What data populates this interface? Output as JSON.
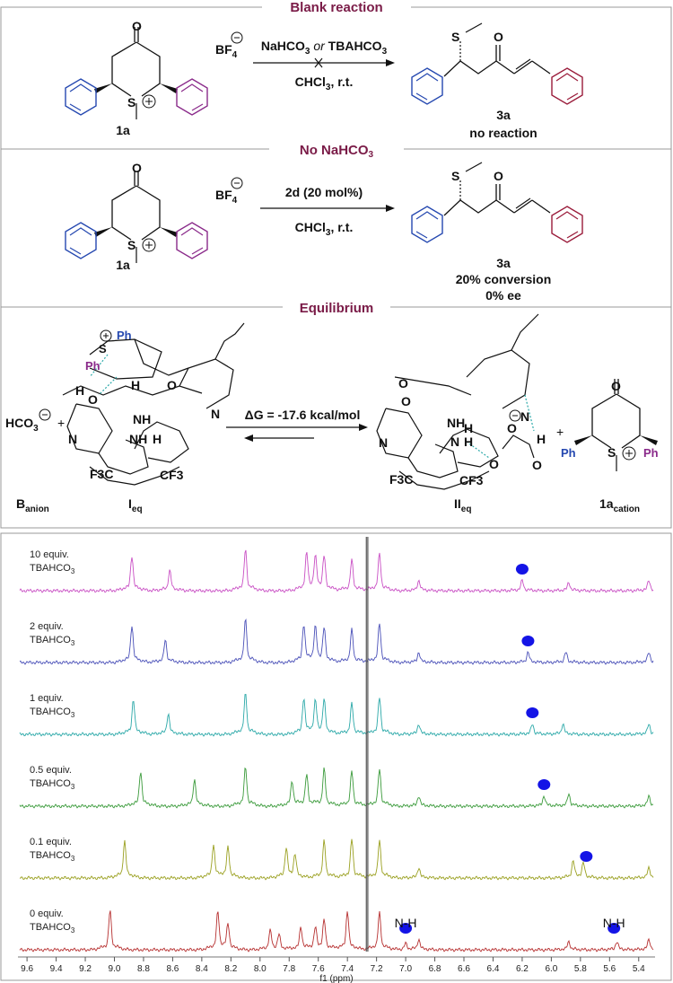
{
  "panel1": {
    "header": "Blank reaction",
    "reagent_top": [
      "NaHCO",
      "3",
      " or ",
      "TBAHCO",
      "3"
    ],
    "reagent_bottom": "CHCl3, r.t.",
    "counter_ion": "BF4",
    "start_label": "1a",
    "product_label": "3a",
    "product_note": "no reaction"
  },
  "panel2": {
    "header": "No NaHCO3",
    "reagent_top": "2d (20 mol%)",
    "reagent_bottom": "CHCl3, r.t.",
    "counter_ion": "BF4",
    "start_label": "1a",
    "product_label": "3a",
    "product_note_1": "20% conversion",
    "product_note_2": "0% ee"
  },
  "panel3": {
    "header": "Equilibrium",
    "anion": "HCO3",
    "anion_label": "B",
    "anion_label_sub": "anion",
    "dG": "ΔG = -17.6 kcal/mol",
    "left_complex_label": "I",
    "left_complex_sub": "eq",
    "right_complex_label": "II",
    "right_complex_sub": "eq",
    "cation_label": "1a",
    "cation_sub": "cation",
    "ph": "Ph",
    "cf3": "F3C",
    "cf3b": "CF3"
  },
  "nmr": {
    "axis_title": "f1 (ppm)",
    "xlim": [
      9.65,
      5.3
    ],
    "ticks": [
      "9.6",
      "9.4",
      "9.2",
      "9.0",
      "8.8",
      "8.6",
      "8.4",
      "8.2",
      "8.0",
      "7.8",
      "7.6",
      "7.4",
      "7.2",
      "7.0",
      "6.8",
      "6.6",
      "6.4",
      "6.2",
      "6.0",
      "5.8",
      "5.6",
      "5.4"
    ],
    "nh_label": "N-H",
    "colors": {
      "marker": "#1414e6"
    },
    "traces": [
      {
        "label1": "10 equiv.",
        "label2": "TBAHCO3",
        "color": "#c94fc4",
        "peaks": [
          [
            8.88,
            34
          ],
          [
            8.62,
            20
          ],
          [
            8.1,
            40
          ],
          [
            7.68,
            35
          ],
          [
            7.62,
            30
          ],
          [
            7.56,
            32
          ],
          [
            7.37,
            30
          ],
          [
            7.18,
            36
          ],
          [
            6.91,
            10
          ],
          [
            6.2,
            10
          ],
          [
            5.88,
            8
          ],
          [
            5.33,
            10
          ]
        ],
        "marker_ppm": 6.2
      },
      {
        "label1": "2 equiv.",
        "label2": "TBAHCO3",
        "color": "#4a50b8",
        "peaks": [
          [
            8.88,
            36
          ],
          [
            8.65,
            22
          ],
          [
            8.1,
            42
          ],
          [
            7.7,
            36
          ],
          [
            7.62,
            32
          ],
          [
            7.56,
            32
          ],
          [
            7.37,
            32
          ],
          [
            7.18,
            38
          ],
          [
            6.91,
            10
          ],
          [
            6.16,
            10
          ],
          [
            5.9,
            10
          ],
          [
            5.33,
            10
          ]
        ],
        "marker_ppm": 6.16
      },
      {
        "label1": "1 equiv.",
        "label2": "TBAHCO3",
        "color": "#2aa8a8",
        "peaks": [
          [
            8.87,
            34
          ],
          [
            8.63,
            20
          ],
          [
            8.1,
            40
          ],
          [
            7.7,
            34
          ],
          [
            7.62,
            30
          ],
          [
            7.56,
            32
          ],
          [
            7.37,
            30
          ],
          [
            7.18,
            36
          ],
          [
            6.91,
            10
          ],
          [
            6.13,
            10
          ],
          [
            5.92,
            10
          ],
          [
            5.33,
            10
          ]
        ],
        "marker_ppm": 6.13
      },
      {
        "label1": "0.5 equiv.",
        "label2": "TBAHCO3",
        "color": "#3a9a3a",
        "peaks": [
          [
            8.82,
            34
          ],
          [
            8.45,
            26
          ],
          [
            8.1,
            38
          ],
          [
            7.78,
            24
          ],
          [
            7.68,
            30
          ],
          [
            7.56,
            36
          ],
          [
            7.37,
            34
          ],
          [
            7.18,
            36
          ],
          [
            6.91,
            10
          ],
          [
            6.05,
            10
          ],
          [
            5.88,
            12
          ],
          [
            5.33,
            10
          ]
        ],
        "marker_ppm": 6.05
      },
      {
        "label1": "0.1 equiv.",
        "label2": "TBAHCO3",
        "color": "#9aa020",
        "peaks": [
          [
            8.93,
            36
          ],
          [
            8.32,
            32
          ],
          [
            8.22,
            30
          ],
          [
            7.82,
            28
          ],
          [
            7.76,
            22
          ],
          [
            7.56,
            36
          ],
          [
            7.37,
            38
          ],
          [
            7.18,
            36
          ],
          [
            6.91,
            10
          ],
          [
            5.85,
            16
          ],
          [
            5.78,
            14
          ],
          [
            5.33,
            10
          ]
        ],
        "marker_ppm": 5.76
      },
      {
        "label1": "0 equiv.",
        "label2": "TBAHCO3",
        "color": "#b63030",
        "peaks": [
          [
            9.03,
            38
          ],
          [
            8.29,
            36
          ],
          [
            8.22,
            24
          ],
          [
            7.93,
            18
          ],
          [
            7.87,
            14
          ],
          [
            7.72,
            22
          ],
          [
            7.62,
            20
          ],
          [
            7.56,
            28
          ],
          [
            7.4,
            38
          ],
          [
            7.18,
            36
          ],
          [
            7.0,
            6
          ],
          [
            6.91,
            10
          ],
          [
            5.88,
            8
          ],
          [
            5.55,
            8
          ],
          [
            5.33,
            10
          ]
        ],
        "marker_ppm": 7.0,
        "marker2_ppm": 5.57
      }
    ]
  }
}
